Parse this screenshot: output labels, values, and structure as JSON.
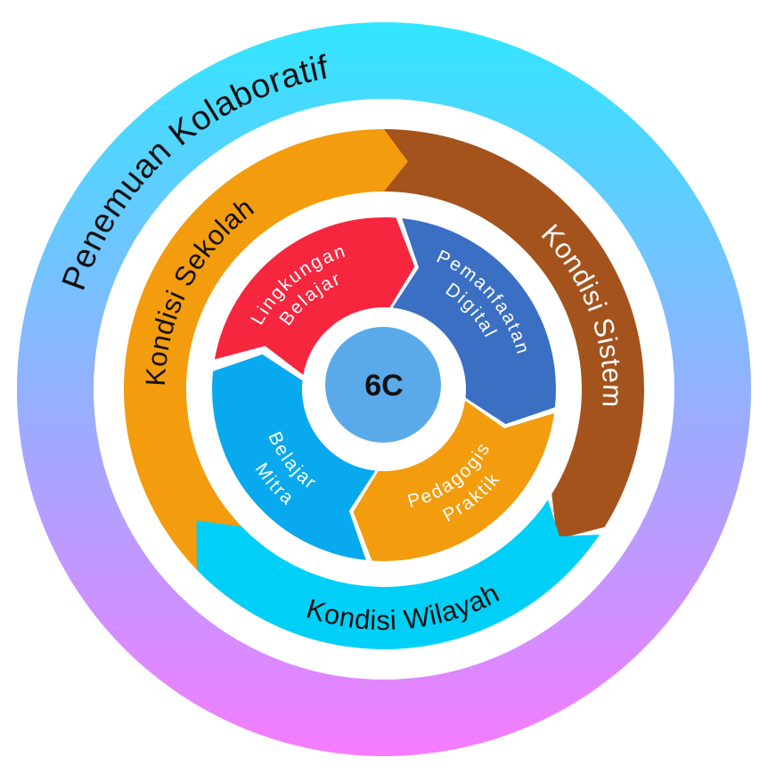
{
  "diagram": {
    "center": {
      "label": "6C",
      "color": "#5aaaea"
    },
    "outer_ring": {
      "label": "Penemuan Kolaboratif",
      "gradient_top": "#31e6ff",
      "gradient_bottom": "#f57bff"
    },
    "middle_arrows": [
      {
        "label": "Kondisi Sekolah",
        "color": "#f39c0d",
        "text_color": "#111111"
      },
      {
        "label": "Kondisi Sistem",
        "color": "#a4531c",
        "text_color": "#ffffff"
      },
      {
        "label": "Kondisi Wilayah",
        "color": "#00d0f7",
        "text_color": "#111111"
      }
    ],
    "inner_segments": [
      {
        "line1": "Lingkungan",
        "line2": "Belajar",
        "color": "#f5263d"
      },
      {
        "line1": "Pemanfaatan",
        "line2": "Digital",
        "color": "#3a6fc4"
      },
      {
        "line1": "Praktik",
        "line2": "Pedagogis",
        "color": "#f39c0d"
      },
      {
        "line1": "Mitra",
        "line2": "Belajar",
        "color": "#08a9ee"
      }
    ]
  }
}
